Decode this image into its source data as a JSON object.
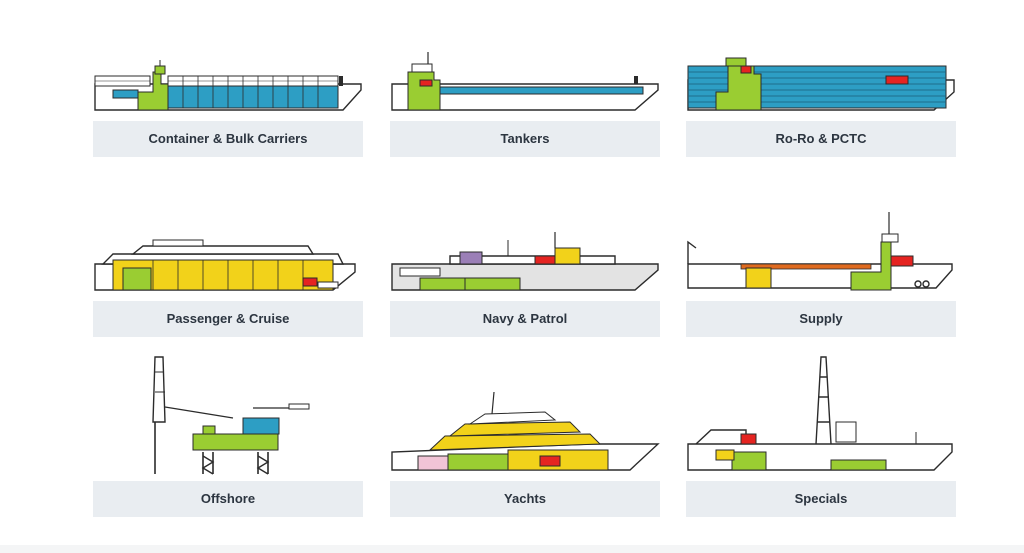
{
  "colors": {
    "green": "#9acd32",
    "blue": "#2d9ec4",
    "yellow": "#f2d21a",
    "red": "#e52421",
    "purple": "#9b7fb7",
    "pink": "#f1c4d6",
    "label_bg": "#e9edf1",
    "label_text": "#2c3540"
  },
  "categories": [
    {
      "label": "Container & Bulk Carriers",
      "icon": "container-ship-icon"
    },
    {
      "label": "Tankers",
      "icon": "tanker-icon"
    },
    {
      "label": "Ro-Ro & PCTC",
      "icon": "roro-ship-icon"
    },
    {
      "label": "Passenger & Cruise",
      "icon": "cruise-ship-icon"
    },
    {
      "label": "Navy & Patrol",
      "icon": "navy-ship-icon"
    },
    {
      "label": "Supply",
      "icon": "supply-vessel-icon"
    },
    {
      "label": "Offshore",
      "icon": "offshore-rig-icon"
    },
    {
      "label": "Yachts",
      "icon": "yacht-icon"
    },
    {
      "label": "Specials",
      "icon": "special-vessel-icon"
    }
  ]
}
